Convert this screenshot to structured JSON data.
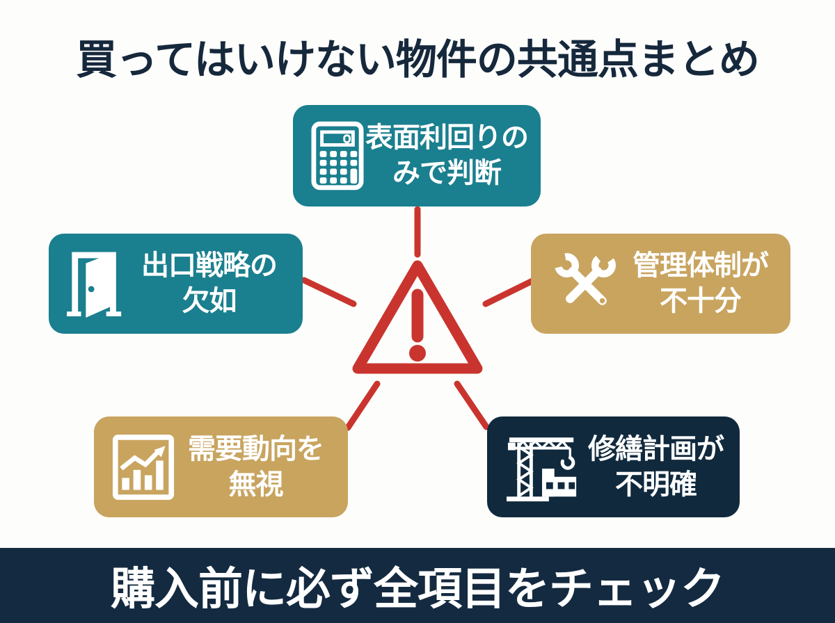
{
  "title": "買ってはいけない物件の共通点まとめ",
  "center": {
    "icon": "warning-triangle-icon"
  },
  "nodes": [
    {
      "id": "top",
      "icon": "calculator-icon",
      "color": "teal",
      "line1": "表面利回りの",
      "line2": "みで判断"
    },
    {
      "id": "left",
      "icon": "door-icon",
      "color": "teal",
      "line1": "出口戦略の",
      "line2": "欠如"
    },
    {
      "id": "right",
      "icon": "tools-icon",
      "color": "gold",
      "line1": "管理体制が",
      "line2": "不十分"
    },
    {
      "id": "bottom-left",
      "icon": "chart-icon",
      "color": "gold",
      "line1": "需要動向を",
      "line2": "無視"
    },
    {
      "id": "bottom-right",
      "icon": "crane-icon",
      "color": "navy",
      "line1": "修繕計画が",
      "line2": "不明確"
    }
  ],
  "footer": {
    "text": "購入前に必ず全項目をチェック"
  },
  "colors": {
    "teal": "#1a7f8e",
    "gold": "#c8a45f",
    "navy": "#10293d",
    "banner_navy": "#142a40",
    "red": "#c9352e",
    "title_navy": "#16283c",
    "background": "#fdfdfb",
    "text_white": "#ffffff"
  }
}
